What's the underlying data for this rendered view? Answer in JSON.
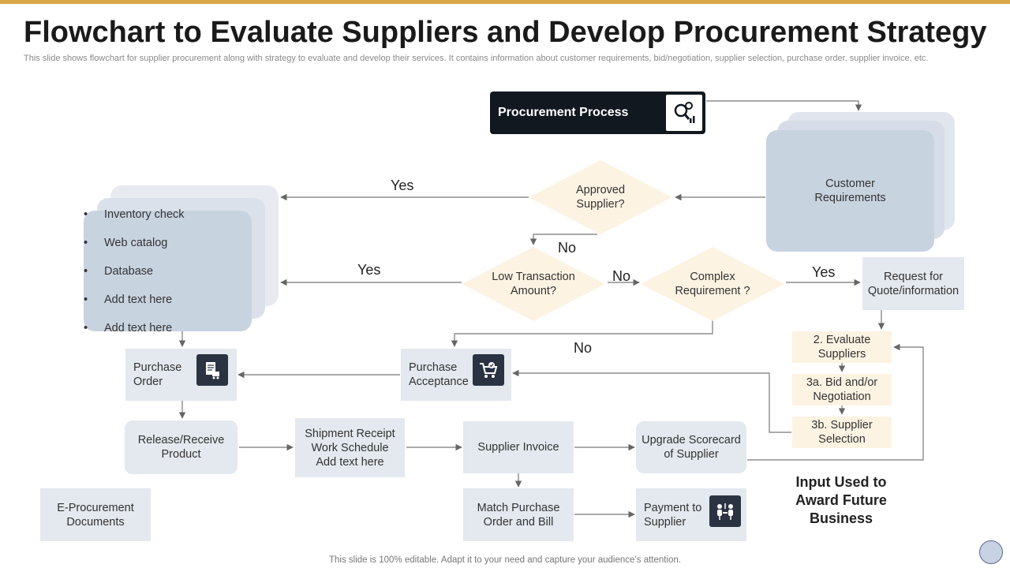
{
  "header": {
    "title": "Flowchart to Evaluate Suppliers and Develop Procurement Strategy",
    "subtitle": "This slide shows flowchart for supplier procurement along with strategy to evaluate and develop their services. It contains information about customer requirements, bid/negotiation, supplier selection, purchase order, supplier invoice, etc."
  },
  "colors": {
    "accent_bar": "#d9a74a",
    "dark_node": "#111820",
    "box_fill": "#e4e8ef",
    "step_fill": "#fdf3e3",
    "stack_fill": "#c8d3e0",
    "icon_fill": "#2b3343"
  },
  "nodes": {
    "procurement_process": "Procurement Process",
    "customer_requirements": "Customer\nRequirements",
    "approved_supplier": "Approved\nSupplier?",
    "low_transaction": "Low Transaction\nAmount?",
    "complex_requirement": "Complex\nRequirement ?",
    "request_quote": "Request for\nQuote/information",
    "evaluate_suppliers": "2. Evaluate\nSuppliers",
    "bid_negotiation": "3a. Bid and/or\nNegotiation",
    "supplier_selection": "3b. Supplier\nSelection",
    "purchase_order": "Purchase\nOrder",
    "purchase_acceptance": "Purchase\nAcceptance",
    "release_receive": "Release/Receive\nProduct",
    "shipment_receipt": "Shipment Receipt\nWork Schedule\nAdd text here",
    "supplier_invoice": "Supplier Invoice",
    "upgrade_scorecard": "Upgrade Scorecard\nof Supplier",
    "match_purchase": "Match Purchase\nOrder and Bill",
    "payment_supplier": "Payment to\nSupplier",
    "e_procurement": "E-Procurement\nDocuments",
    "award_note": "Input Used to\nAward Future\nBusiness"
  },
  "bullets": [
    "Inventory check",
    "Web catalog",
    "Database",
    "Add text here",
    "Add text here"
  ],
  "edge_labels": {
    "yes_approved": "Yes",
    "no_approved": "No",
    "yes_low": "Yes",
    "no_low": "No",
    "yes_complex": "Yes",
    "no_complex": "No"
  },
  "icons": {
    "procurement_process": "gear-search-chart-icon",
    "purchase_order": "document-cart-icon",
    "purchase_acceptance": "shopping-cart-check-icon",
    "payment_supplier": "people-meeting-icon"
  },
  "footer": "This slide is 100% editable. Adapt it to your need and capture your audience’s attention."
}
